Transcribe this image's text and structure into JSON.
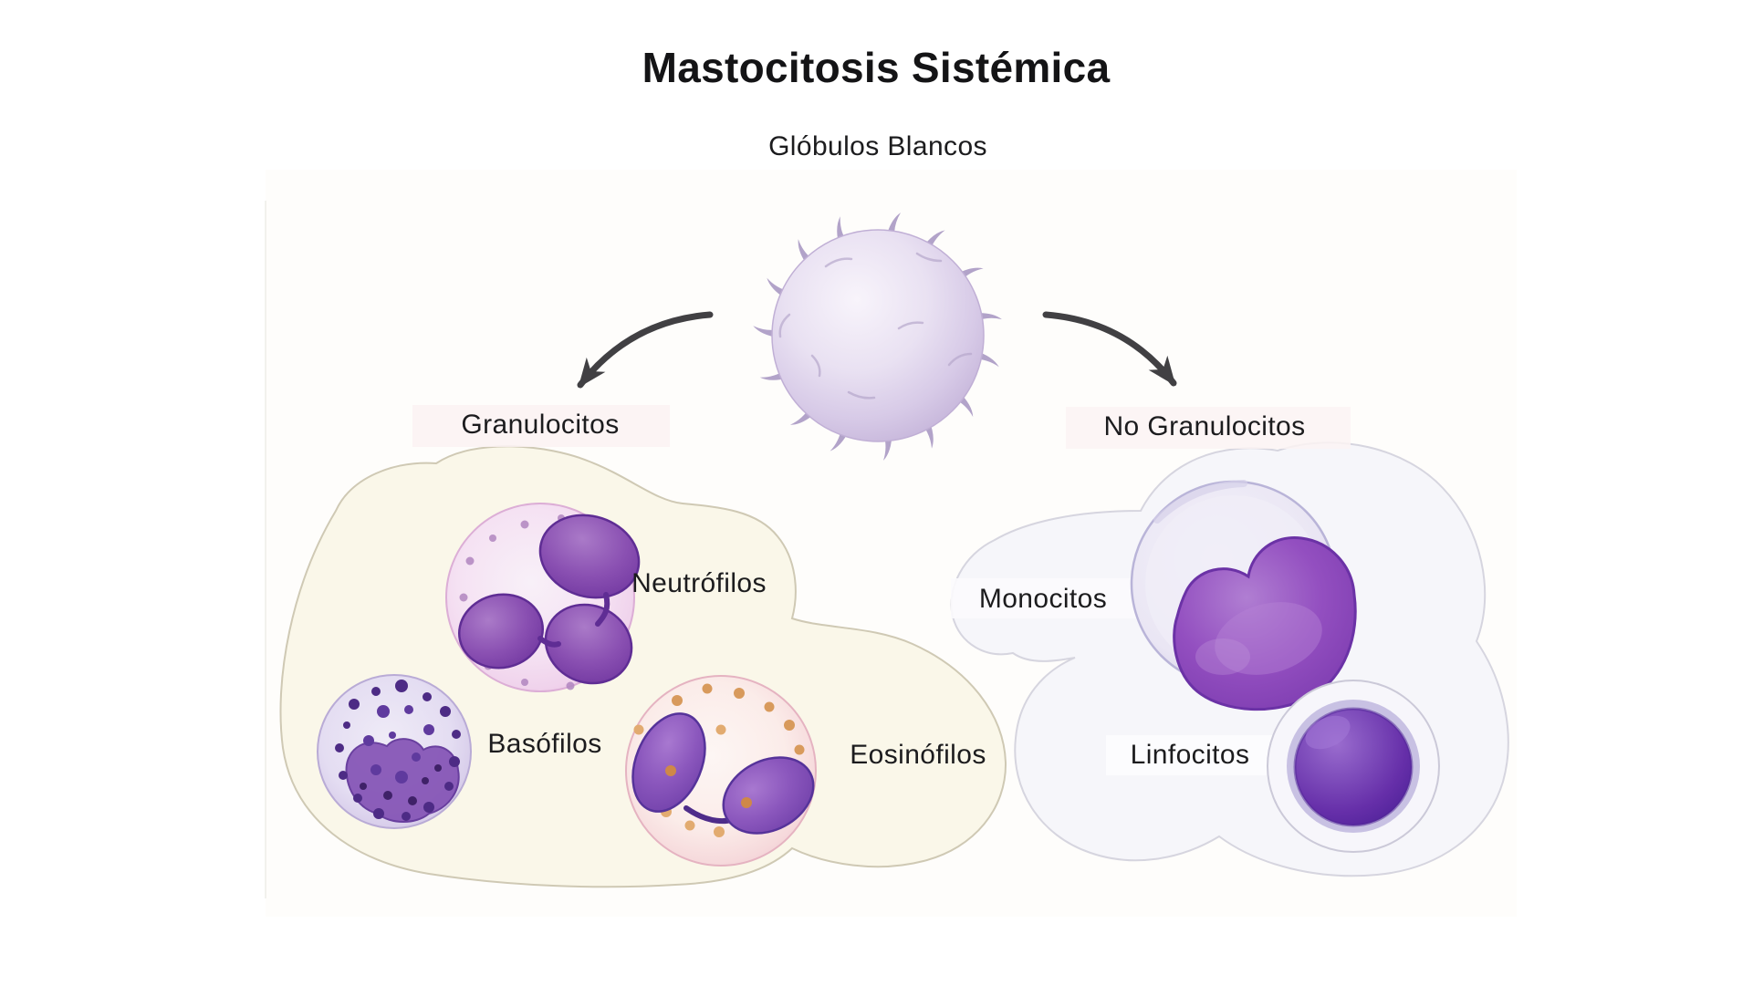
{
  "page": {
    "title": "Mastocitosis Sistémica"
  },
  "diagram": {
    "root": {
      "label": "Glóbulos Blancos"
    },
    "groups": [
      {
        "id": "granulocytes",
        "label": "Granulocitos",
        "cells": [
          {
            "id": "neutrophil",
            "label": "Neutrófilos"
          },
          {
            "id": "basophil",
            "label": "Basófilos"
          },
          {
            "id": "eosinophil",
            "label": "Eosinófilos"
          }
        ]
      },
      {
        "id": "agranulocytes",
        "label": "No Granulocitos",
        "cells": [
          {
            "id": "monocyte",
            "label": "Monocitos"
          },
          {
            "id": "lymphocyte",
            "label": "Linfocitos"
          }
        ]
      }
    ]
  },
  "colors": {
    "text": "#1c1c1e",
    "arrow": "#414043",
    "granulocytes_blob": "#faf7e9",
    "granulocytes_blob_border": "#cfc9b4",
    "agranulocytes_blob": "#f6f6fa",
    "agranulocytes_blob_border": "#d6d5df",
    "wbc_lavender": "#c3b2d8",
    "neutrophil_pink": "#e7bfe0",
    "basophil_lavender": "#c7b9e0",
    "basophil_granule": "#4d2b85",
    "eosinophil_pink": "#efc6d0",
    "eosinophil_granule": "#d89a5c",
    "nucleus_purple": "#7e44b2",
    "lymphocyte_nucleus": "#662fa9"
  }
}
